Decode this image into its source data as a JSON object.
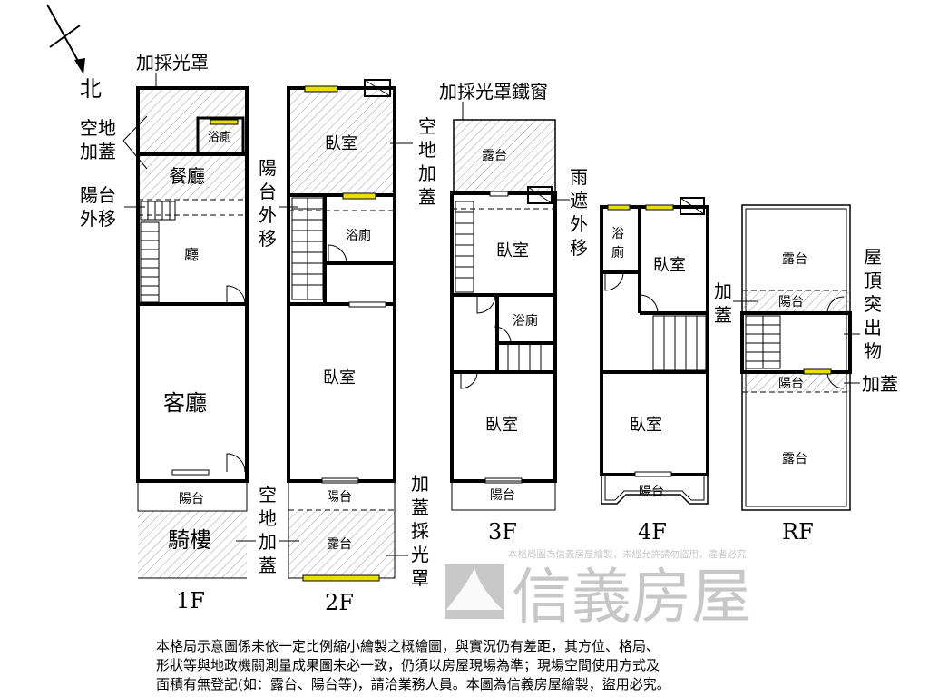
{
  "compass": {
    "north_label": "北"
  },
  "floors": [
    {
      "name": "1F",
      "rooms": [
        "浴廁",
        "餐廳",
        "廳",
        "客廳",
        "陽台",
        "騎樓"
      ],
      "annotations": [
        "加採光罩",
        "空地",
        "加蓋",
        "陽台",
        "外移"
      ]
    },
    {
      "name": "2F",
      "rooms": [
        "臥室",
        "浴廁",
        "臥室",
        "陽台",
        "露台"
      ],
      "annotations": [
        "陽",
        "台",
        "外",
        "移",
        "空",
        "地",
        "加",
        "蓋",
        "加",
        "蓋",
        "採",
        "光",
        "罩"
      ]
    },
    {
      "name": "3F",
      "rooms": [
        "露台",
        "臥室",
        "浴廁",
        "臥室",
        "陽台"
      ],
      "annotations": [
        "加採光罩鐵窗",
        "雨",
        "遮",
        "外",
        "移"
      ]
    },
    {
      "name": "4F",
      "rooms": [
        "浴",
        "廁",
        "臥室",
        "臥室",
        "陽台"
      ],
      "annotations": [
        "加",
        "蓋"
      ]
    },
    {
      "name": "RF",
      "rooms": [
        "露台",
        "陽台",
        "陽台",
        "露台"
      ],
      "annotations": [
        "屋",
        "頂",
        "突",
        "出",
        "物",
        "加蓋"
      ]
    }
  ],
  "watermark": {
    "brand": "信義房屋",
    "text": "本格局圖為信義房屋繪製，未經允許請勿盜用，違者必究"
  },
  "disclaimer": [
    "本格局示意圖係未依一定比例縮小繪製之概繪圖，與實況仍有差距，其方位、格局、",
    "形狀等與地政機關測量成果圖未必一致，仍須以房屋現場為準；現場空間使用方式及",
    "面積有無登記(如：露台、陽台等)，請洽業務人員。本圖為信義房屋繪製，盜用必究。"
  ],
  "colors": {
    "window": "#e8e000",
    "hatch": "#888888",
    "watermark": "#9a9a9a"
  }
}
